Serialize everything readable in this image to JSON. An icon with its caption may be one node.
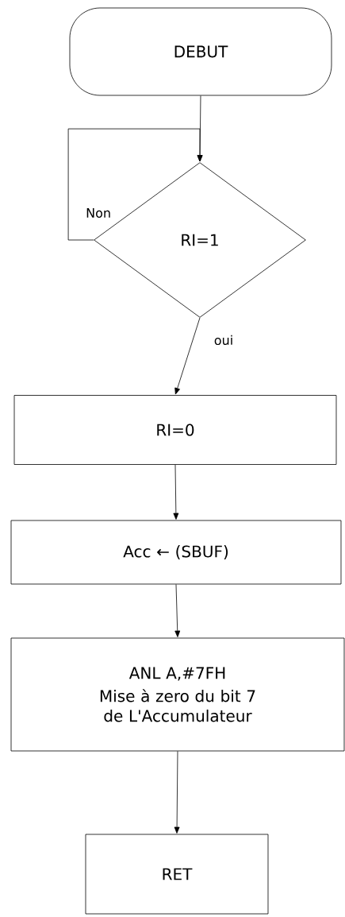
{
  "diagram": {
    "nodes": [
      {
        "text": [
          "DEBUT"
        ]
      },
      {
        "text": [
          "RI=1"
        ]
      },
      {
        "text": [
          "RI=0"
        ]
      },
      {
        "text": [
          "Acc ← (SBUF)"
        ]
      },
      {
        "text": [
          "ANL A,#7FH",
          "Mise à zero du bit 7 de L'Accumulateur"
        ]
      },
      {
        "text": [
          "RET"
        ]
      }
    ],
    "edges": [
      {
        "from": 0,
        "to": 1,
        "arrow": "to"
      },
      {
        "from": 1,
        "to": 1,
        "arrow": "to",
        "label": "Non"
      },
      {
        "from": 1,
        "to": 2,
        "arrow": "to",
        "label": "oui"
      },
      {
        "from": 2,
        "to": 3,
        "arrow": "to"
      },
      {
        "from": 3,
        "to": 4,
        "arrow": "to"
      },
      {
        "from": 4,
        "to": 5,
        "arrow": "to"
      }
    ]
  }
}
